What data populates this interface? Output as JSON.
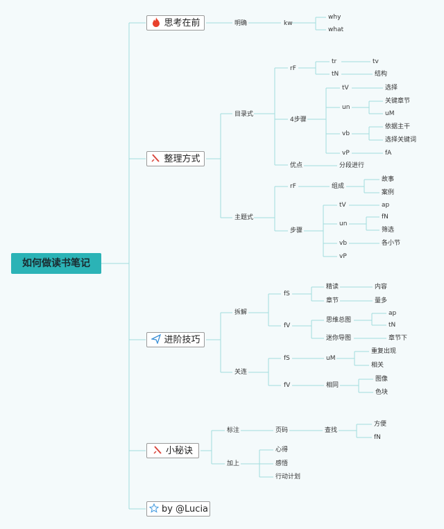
{
  "root": "如何做读书笔记",
  "branches": {
    "b1": {
      "label": "思考在前",
      "icon": "fire-icon"
    },
    "b2": {
      "label": "整理方式",
      "icon": "pen-icon"
    },
    "b3": {
      "label": "进阶技巧",
      "icon": "paper-plane-icon"
    },
    "b4": {
      "label": "小秘诀",
      "icon": "pen-icon"
    },
    "b5": {
      "label": "by @Lucia",
      "icon": "star-icon"
    }
  },
  "nodes": {
    "mingque": "明确",
    "kw": "kw",
    "why": "why",
    "what": "what",
    "mulushi": "目录式",
    "rF1": "rF",
    "tr": "tr",
    "tv": "tv",
    "tN1": "tN",
    "jiegou": "结构",
    "buzhou4": "4步骤",
    "tV1": "tV",
    "xuanze": "选择",
    "un1": "un",
    "guanjianzhangjie": "关键章节",
    "uM1": "uM",
    "vb1": "vb",
    "yijuzhugan": "依据主干",
    "xuanzeguanjianci": "选择关键词",
    "vP1": "vP",
    "fA": "fA",
    "youdian": "优点",
    "fenduanjinxing": "分段进行",
    "zhutishi": "主题式",
    "rF2": "rF",
    "zucheng": "组成",
    "gushi": "故事",
    "anli": "案例",
    "buzhou": "步骤",
    "tV2": "tV",
    "ap1": "ap",
    "un2": "un",
    "fN1": "fN",
    "shaixuan": "筛选",
    "vb2": "vb",
    "gexiaojie": "各小节",
    "vP2": "vP",
    "chaijie": "拆解",
    "fS1": "fS",
    "jingdu": "精读",
    "neirong": "内容",
    "zhangjie": "章节",
    "liangduo": "量多",
    "fV1": "fV",
    "siweizongtu": "思维总图",
    "ap2": "ap",
    "tN2": "tN",
    "miniidaotu": "迷你导图",
    "zhangjiexia": "章节下",
    "guanlian": "关连",
    "fS2": "fS",
    "uM2": "uM",
    "chongfuchuxian": "重复出现",
    "xiangguan": "相关",
    "fV2": "fV",
    "xiangtong": "相同",
    "tuxiang": "图像",
    "sekuai": "色块",
    "biaozhu": "标注",
    "yema": "页码",
    "chazhao": "查找",
    "fangbian": "方便",
    "fN2": "fN",
    "jiashang": "加上",
    "xinde": "心得",
    "ganwu": "感悟",
    "xingdongjihua": "行动计划"
  },
  "colors": {
    "root_bg": "#2bb3b6",
    "line": "#9fdcdc",
    "background": "#f4fafb",
    "fire": "#e8412c",
    "pen": "#d9463c",
    "plane": "#3a8fd6",
    "star": "#4a9ee0"
  }
}
